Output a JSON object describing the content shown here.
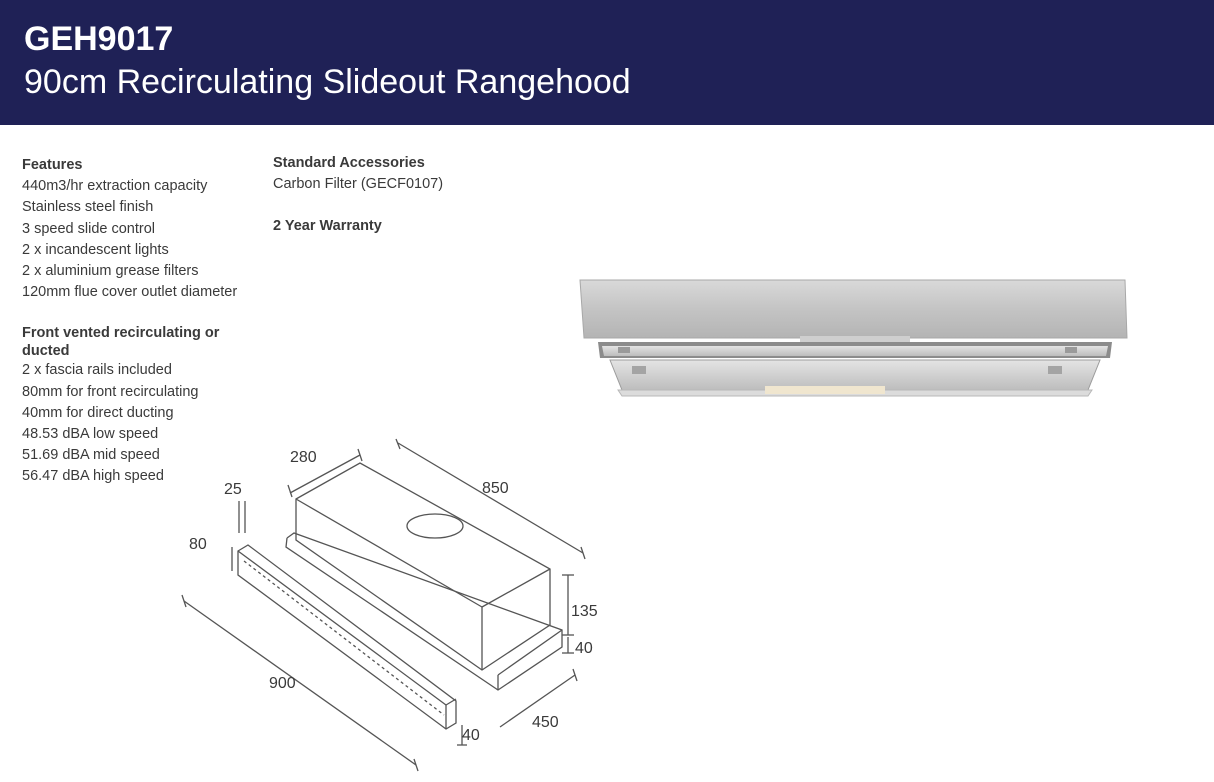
{
  "header": {
    "model": "GEH9017",
    "subtitle": "90cm Recirculating Slideout Rangehood"
  },
  "features": {
    "heading": "Features",
    "items": [
      "440m3/hr extraction capacity",
      "Stainless steel finish",
      "3 speed slide control",
      "2 x incandescent lights",
      "2 x aluminium grease filters",
      "120mm flue cover outlet diameter"
    ]
  },
  "venting": {
    "heading": "Front vented recirculating or ducted",
    "items": [
      "2 x fascia rails included",
      "80mm for front recirculating",
      "40mm for direct ducting",
      "48.53 dBA low speed",
      "51.69 dBA mid speed",
      "56.47 dBA high speed"
    ]
  },
  "accessories": {
    "heading": "Standard Accessories",
    "item": "Carbon Filter (GECF0107)",
    "warranty": "2 Year Warranty"
  },
  "dimensions": {
    "depth_top": "280",
    "length_top": "850",
    "fascia_small": "25",
    "fascia_large": "80",
    "height": "135",
    "side_height": "40",
    "width": "900",
    "front_height": "40",
    "depth": "450"
  }
}
